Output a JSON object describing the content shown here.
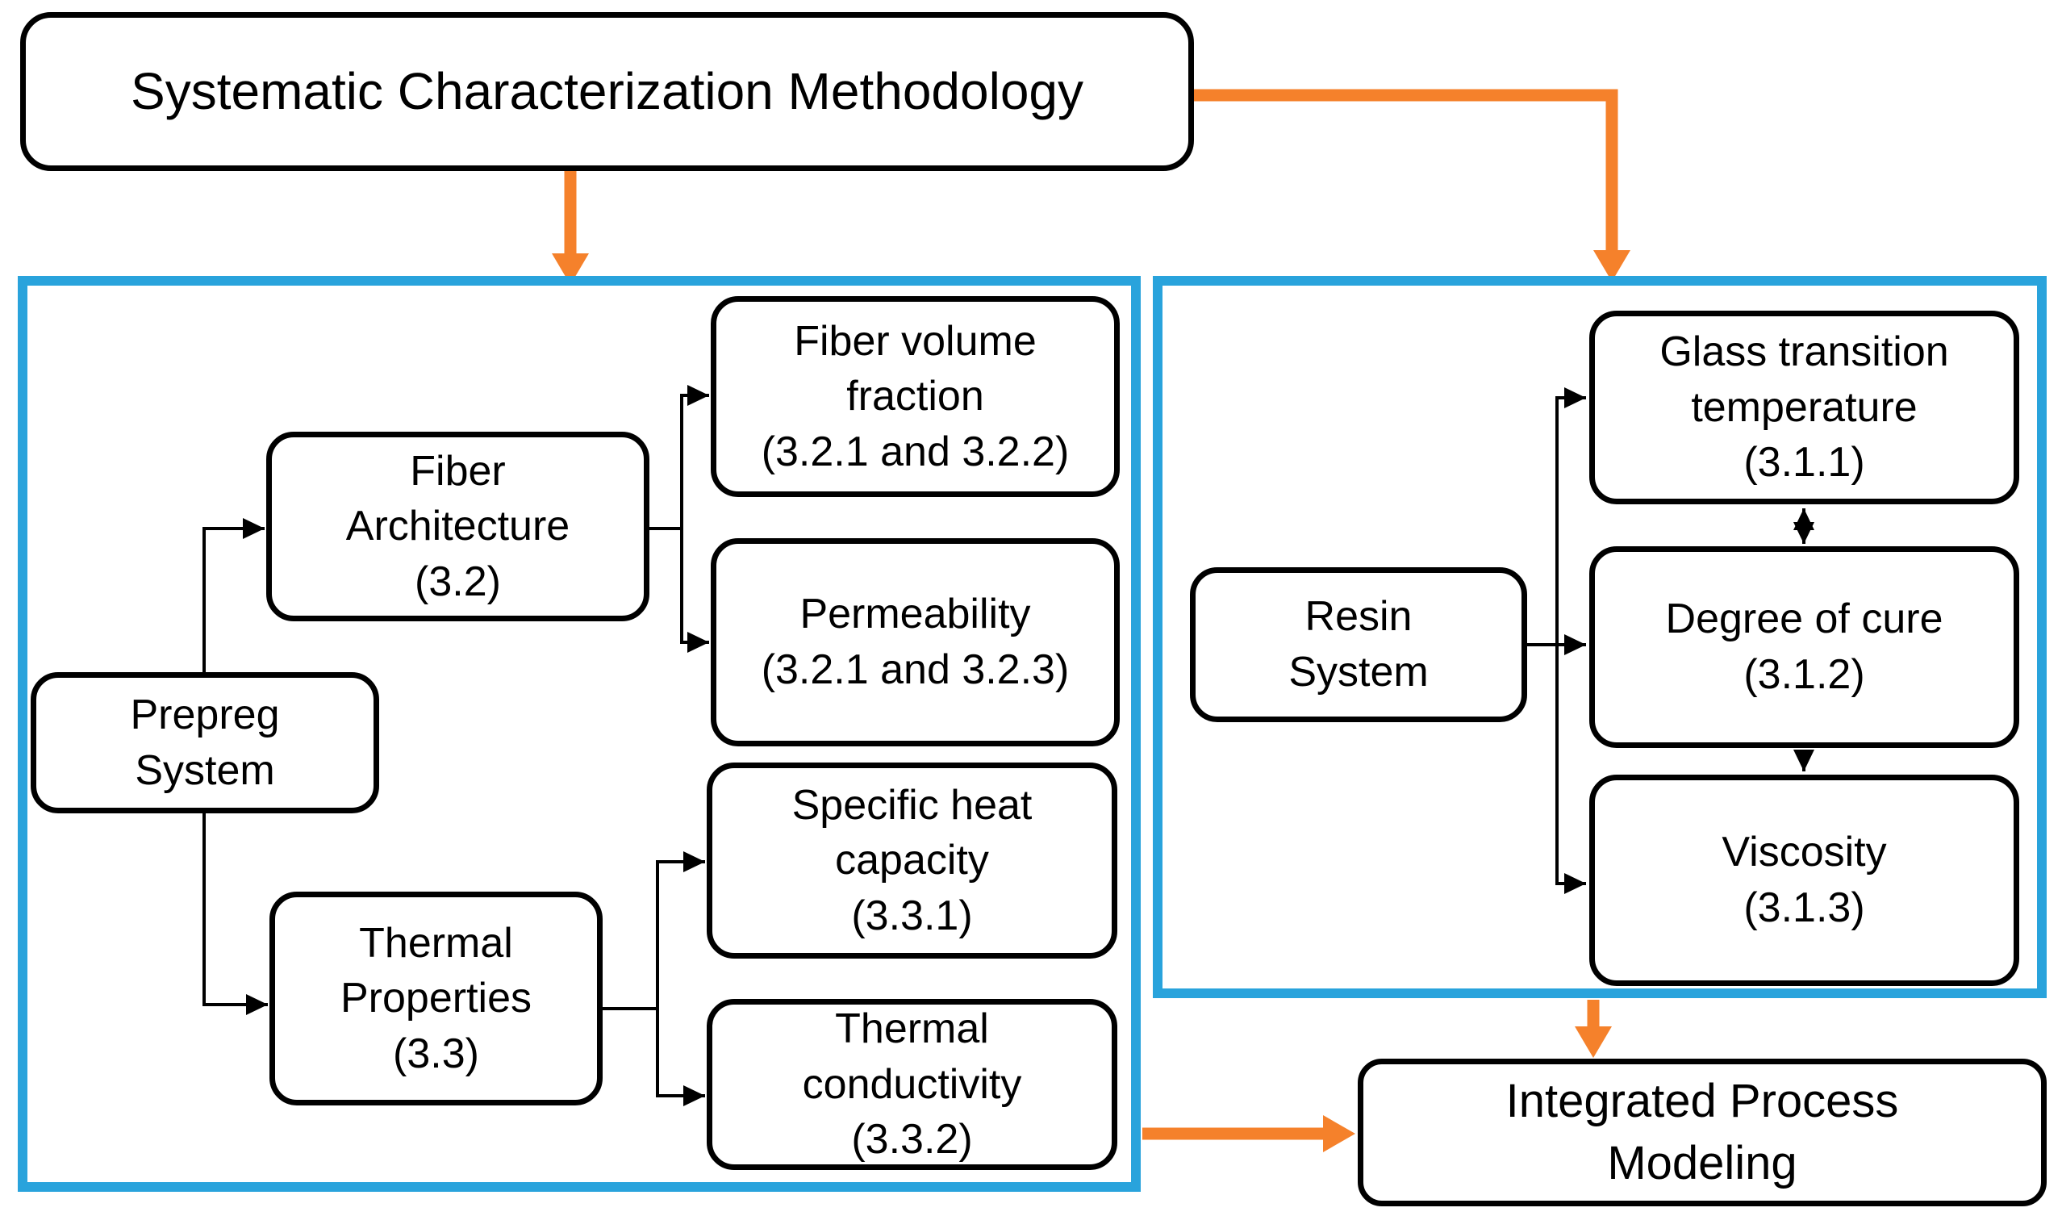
{
  "title": {
    "text": "Systematic Characterization Methodology"
  },
  "containers": {
    "prepreg_group": {
      "description": "prepreg-system-characterization-group"
    },
    "resin_group": {
      "description": "resin-system-characterization-group"
    }
  },
  "boxes": {
    "prepreg_system": {
      "lines": [
        "Prepreg",
        "System"
      ]
    },
    "fiber_architecture": {
      "lines": [
        "Fiber",
        "Architecture",
        "(3.2)"
      ]
    },
    "fiber_volume_fraction": {
      "lines": [
        "Fiber volume",
        "fraction",
        "(3.2.1 and 3.2.2)"
      ]
    },
    "permeability": {
      "lines": [
        "Permeability",
        "(3.2.1 and 3.2.3)"
      ]
    },
    "thermal_properties": {
      "lines": [
        "Thermal",
        "Properties",
        "(3.3)"
      ]
    },
    "specific_heat_capacity": {
      "lines": [
        "Specific heat",
        "capacity",
        "(3.3.1)"
      ]
    },
    "thermal_conductivity": {
      "lines": [
        "Thermal",
        "conductivity",
        "(3.3.2)"
      ]
    },
    "resin_system": {
      "lines": [
        "Resin",
        "System"
      ]
    },
    "glass_transition_temperature": {
      "lines": [
        "Glass transition",
        "temperature",
        "(3.1.1)"
      ]
    },
    "degree_of_cure": {
      "lines": [
        "Degree of cure",
        "(3.1.2)"
      ]
    },
    "viscosity": {
      "lines": [
        "Viscosity",
        "(3.1.3)"
      ]
    },
    "integrated_process_modeling": {
      "lines": [
        "Integrated Process",
        "Modeling"
      ]
    }
  },
  "colors": {
    "accent_orange": "#F5812B",
    "accent_blue": "#29A3DC",
    "box_border": "#000000",
    "background": "#FFFFFF",
    "text": "#000000"
  }
}
